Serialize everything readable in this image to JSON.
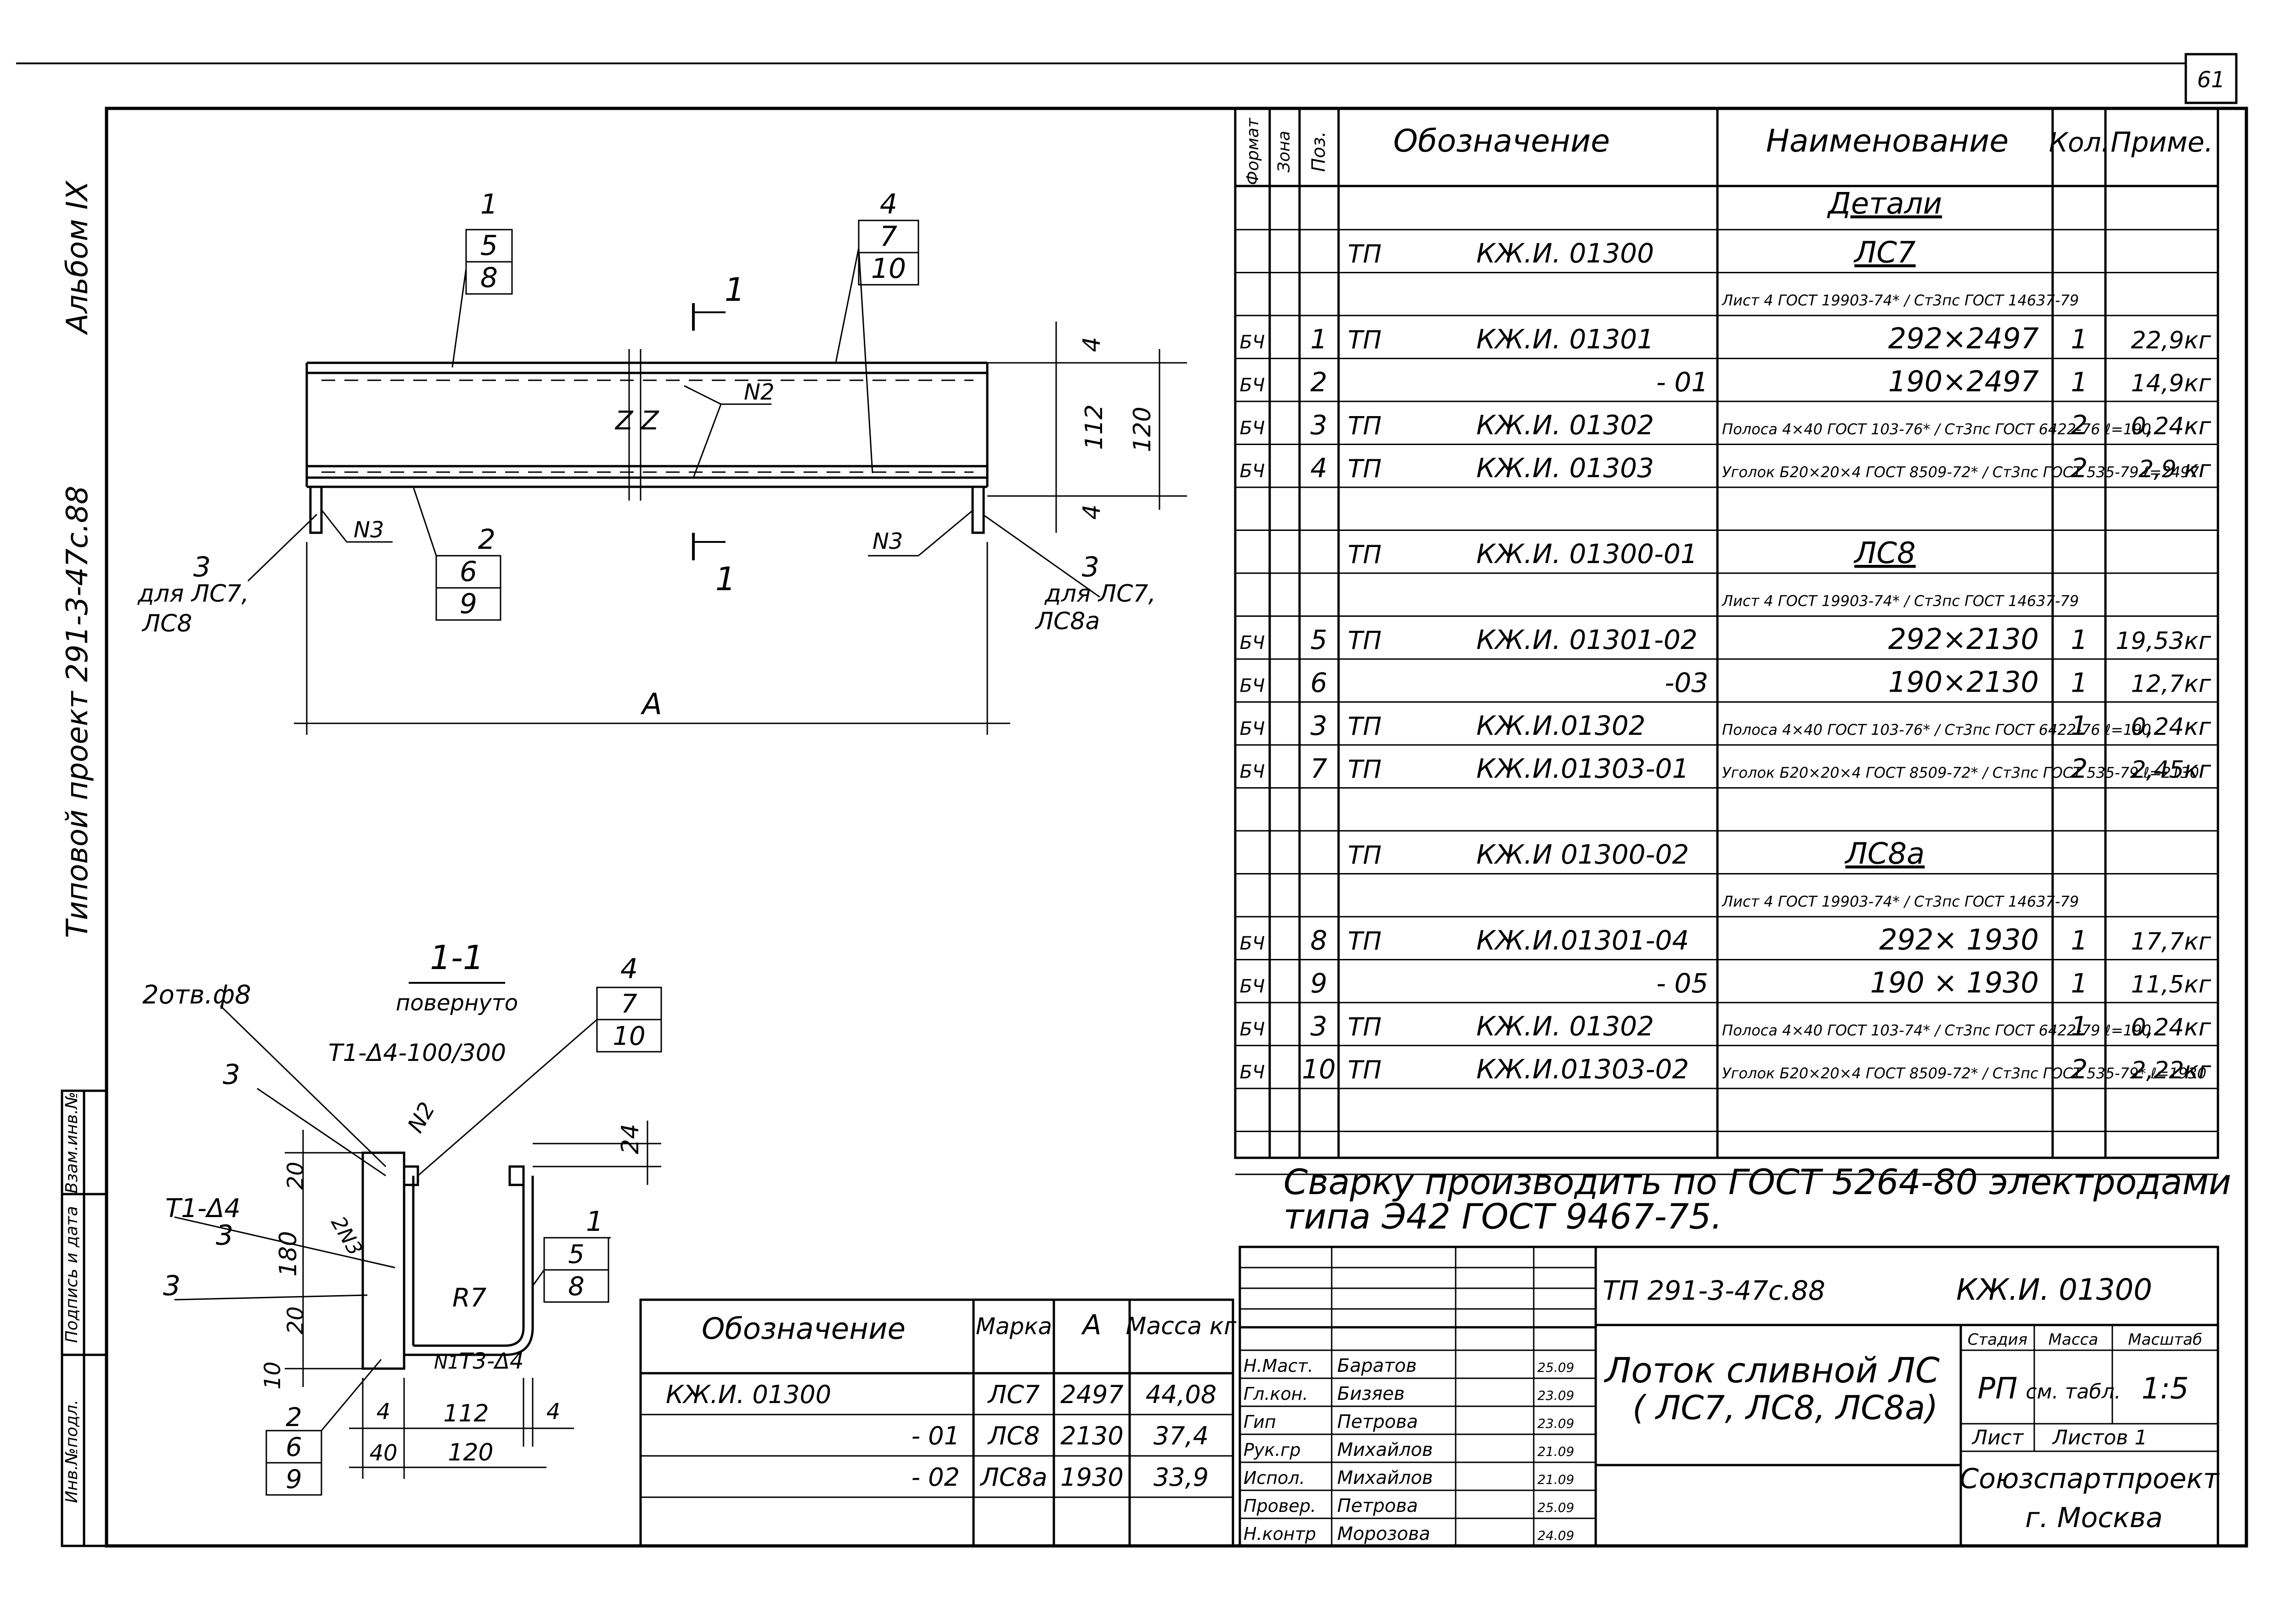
{
  "sheet_number": "61",
  "side_labels": {
    "album": "Альбом IX",
    "project": "Типовой проект 291-3-47с.88",
    "stamp_cells": [
      "Инв.№подл.",
      "Подпись и дата",
      "Взам.инв.№"
    ]
  },
  "spec_table": {
    "headers": [
      "Формат",
      "Зона",
      "Поз.",
      "Обозначение",
      "Наименование",
      "Кол.",
      "Приме."
    ],
    "section_title": "Детали",
    "rows": [
      {
        "fmt": "",
        "pos": "",
        "pre": "ТП",
        "code": "КЖ.И. 01300",
        "name": "ЛС7",
        "qty": "",
        "note": "",
        "kind": "assembly"
      },
      {
        "fmt": "",
        "pos": "",
        "pre": "",
        "code": "",
        "name": "Лист 4 ГОСТ 19903-74* / Ст3пс ГОСТ 14637-79",
        "qty": "",
        "note": "",
        "kind": "material"
      },
      {
        "fmt": "БЧ",
        "pos": "1",
        "pre": "ТП",
        "code": "КЖ.И. 01301",
        "name": "292×2497",
        "qty": "1",
        "note": "22,9кг",
        "kind": "part"
      },
      {
        "fmt": "БЧ",
        "pos": "2",
        "pre": "",
        "code": "- 01",
        "name": "190×2497",
        "qty": "1",
        "note": "14,9кг",
        "kind": "part"
      },
      {
        "fmt": "БЧ",
        "pos": "3",
        "pre": "ТП",
        "code": "КЖ.И. 01302",
        "name": "Полоса 4×40 ГОСТ 103-76* / Ст3пс ГОСТ 6422-76 ℓ=190",
        "qty": "2",
        "note": "0,24кг",
        "kind": "part"
      },
      {
        "fmt": "БЧ",
        "pos": "4",
        "pre": "ТП",
        "code": "КЖ.И. 01303",
        "name": "Уголок Б20×20×4 ГОСТ 8509-72* / Ст3пс ГОСТ 535-79 ℓ=2497",
        "qty": "2",
        "note": "2,9 кг",
        "kind": "part"
      },
      {
        "fmt": "",
        "pos": "",
        "pre": "",
        "code": "",
        "name": "",
        "qty": "",
        "note": "",
        "kind": "blank"
      },
      {
        "fmt": "",
        "pos": "",
        "pre": "ТП",
        "code": "КЖ.И. 01300-01",
        "name": "ЛС8",
        "qty": "",
        "note": "",
        "kind": "assembly"
      },
      {
        "fmt": "",
        "pos": "",
        "pre": "",
        "code": "",
        "name": "Лист 4 ГОСТ 19903-74* / Ст3пс ГОСТ 14637-79",
        "qty": "",
        "note": "",
        "kind": "material"
      },
      {
        "fmt": "БЧ",
        "pos": "5",
        "pre": "ТП",
        "code": "КЖ.И. 01301-02",
        "name": "292×2130",
        "qty": "1",
        "note": "19,53кг",
        "kind": "part"
      },
      {
        "fmt": "БЧ",
        "pos": "6",
        "pre": "",
        "code": "-03",
        "name": "190×2130",
        "qty": "1",
        "note": "12,7кг",
        "kind": "part"
      },
      {
        "fmt": "БЧ",
        "pos": "3",
        "pre": "ТП",
        "code": "КЖ.И.01302",
        "name": "Полоса 4×40 ГОСТ 103-76* / Ст3пс ГОСТ 6422-76 ℓ=190",
        "qty": "1",
        "note": "0,24кг",
        "kind": "part"
      },
      {
        "fmt": "БЧ",
        "pos": "7",
        "pre": "ТП",
        "code": "КЖ.И.01303-01",
        "name": "Уголок Б20×20×4 ГОСТ 8509-72* / Ст3пс ГОСТ 535-79 ℓ=2130",
        "qty": "2",
        "note": "2,45кг",
        "kind": "part"
      },
      {
        "fmt": "",
        "pos": "",
        "pre": "",
        "code": "",
        "name": "",
        "qty": "",
        "note": "",
        "kind": "blank"
      },
      {
        "fmt": "",
        "pos": "",
        "pre": "ТП",
        "code": "КЖ.И 01300-02",
        "name": "ЛС8а",
        "qty": "",
        "note": "",
        "kind": "assembly"
      },
      {
        "fmt": "",
        "pos": "",
        "pre": "",
        "code": "",
        "name": "Лист 4 ГОСТ 19903-74* / Ст3пс ГОСТ 14637-79",
        "qty": "",
        "note": "",
        "kind": "material"
      },
      {
        "fmt": "БЧ",
        "pos": "8",
        "pre": "ТП",
        "code": "КЖ.И.01301-04",
        "name": "292× 1930",
        "qty": "1",
        "note": "17,7кг",
        "kind": "part"
      },
      {
        "fmt": "БЧ",
        "pos": "9",
        "pre": "",
        "code": "- 05",
        "name": "190 × 1930",
        "qty": "1",
        "note": "11,5кг",
        "kind": "part"
      },
      {
        "fmt": "БЧ",
        "pos": "3",
        "pre": "ТП",
        "code": "КЖ.И. 01302",
        "name": "Полоса 4×40 ГОСТ 103-74* / Ст3пс ГОСТ 6422-79 ℓ=190",
        "qty": "1",
        "note": "0,24кг",
        "kind": "part"
      },
      {
        "fmt": "БЧ",
        "pos": "10",
        "pre": "ТП",
        "code": "КЖ.И.01303-02",
        "name": "Уголок Б20×20×4 ГОСТ 8509-72* / Ст3пс ГОСТ 535-79* ℓ=1930",
        "qty": "2",
        "note": "2,22кг",
        "kind": "part"
      },
      {
        "fmt": "",
        "pos": "",
        "pre": "",
        "code": "",
        "name": "",
        "qty": "",
        "note": "",
        "kind": "blank"
      },
      {
        "fmt": "",
        "pos": "",
        "pre": "",
        "code": "",
        "name": "",
        "qty": "",
        "note": "",
        "kind": "blank"
      }
    ]
  },
  "weld_note": {
    "line1": "Сварку производить по ГОСТ 5264-80 электродами",
    "line2": "типа Э42 ГОСТ 9467-75."
  },
  "marks_table": {
    "headers": [
      "Обозначение",
      "Марка",
      "А",
      "Масса кг"
    ],
    "rows": [
      {
        "code": "КЖ.И.       01300",
        "mark": "ЛС7",
        "a": "2497",
        "mass": "44,08"
      },
      {
        "code": "- 01",
        "mark": "ЛС8",
        "a": "2130",
        "mass": "37,4"
      },
      {
        "code": "- 02",
        "mark": "ЛС8а",
        "a": "1930",
        "mass": "33,9"
      }
    ]
  },
  "title_block": {
    "project_code": "ТП  291-3-47с.88",
    "doc_code": "КЖ.И. 01300",
    "title_line1": "Лоток сливной ЛС",
    "title_line2": "( ЛС7, ЛС8, ЛС8а)",
    "col_stage": "Стадия",
    "col_mass": "Масса",
    "col_scale": "Масштаб",
    "stage": "РП",
    "mass": "см. табл.",
    "scale": "1:5",
    "sheet_label": "Лист",
    "sheets_label": "Листов 1",
    "org_line1": "Союзспартпроект",
    "org_line2": "г. Москва",
    "signatures": [
      {
        "role": "Н.Маст.",
        "name": "Баратов",
        "date": "25.09"
      },
      {
        "role": "Гл.кон.",
        "name": "Бизяев",
        "date": "23.09"
      },
      {
        "role": "Гип",
        "name": "Петрова",
        "date": "23.09"
      },
      {
        "role": "Рук.гр",
        "name": "Михайлов",
        "date": "21.09"
      },
      {
        "role": "Испол.",
        "name": "Михайлов",
        "date": "21.09"
      },
      {
        "role": "Провер.",
        "name": "Петрова",
        "date": "25.09"
      },
      {
        "role": "Н.контр",
        "name": "Морозова",
        "date": "24.09"
      }
    ]
  },
  "main_view": {
    "leader_top_left": [
      "1",
      "5",
      "8"
    ],
    "leader_top_right": [
      "4",
      "7",
      "10"
    ],
    "leader_bottom": [
      "2",
      "6",
      "9"
    ],
    "section_mark": "1",
    "weld_n2": "N2",
    "weld_n3": "N3",
    "break_mark": "Z Z",
    "pos3_left": "3",
    "pos3_left_note1": "для ЛС7,",
    "pos3_left_note2": "ЛС8",
    "pos3_right": "3",
    "pos3_right_note1": "для ЛС7,",
    "pos3_right_note2": "ЛС8а",
    "dim_a": "А",
    "dim_4_top": "4",
    "dim_112": "112",
    "dim_120": "120",
    "dim_4_bottom": "4"
  },
  "section_view": {
    "title": "1-1",
    "subtitle": "повернуто",
    "holes": "2отв.ф8",
    "weld_t1_100": "Т1-Δ4-100/300",
    "weld_t1": "Т1-Δ4",
    "weld_t3": "Т3-Δ4",
    "weld_n1": "N1",
    "weld_n2": "N2",
    "weld_n3": "2N3",
    "pos3_a": "3",
    "pos3_b": "3",
    "pos3_c": "3",
    "leader_right": [
      "4",
      "7",
      "10"
    ],
    "leader_right_lower": [
      "1",
      "5",
      "8"
    ],
    "leader_left_lower": [
      "2",
      "6",
      "9"
    ],
    "radius": "R7",
    "dim_20a": "20",
    "dim_180": "180",
    "dim_20b": "20",
    "dim_10": "10",
    "dim_24": "24",
    "dim_4a": "4",
    "dim_112": "112",
    "dim_4b": "4",
    "dim_40": "40",
    "dim_120": "120"
  }
}
